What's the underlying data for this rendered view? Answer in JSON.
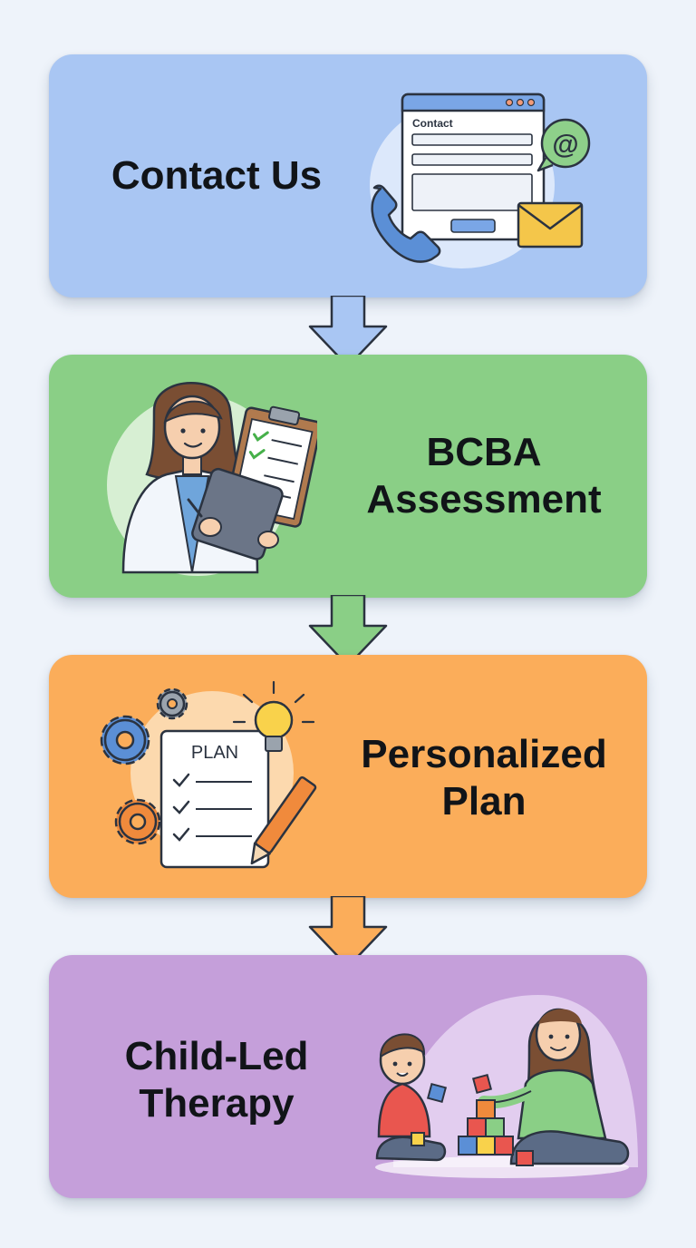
{
  "steps": [
    {
      "title": "Contact Us",
      "color": "#a9c6f3",
      "illustration": "contact-form-icon",
      "form_label": "Contact"
    },
    {
      "title": "BCBA\nAssessment",
      "color": "#8acf86",
      "illustration": "clinician-clipboard-icon"
    },
    {
      "title": "Personalized\nPlan",
      "color": "#fbad5a",
      "illustration": "plan-document-icon",
      "plan_label": "PLAN"
    },
    {
      "title": "Child-Led\nTherapy",
      "color": "#c59fda",
      "illustration": "parent-child-play-icon"
    }
  ],
  "arrow_colors": [
    "#a9c6f3",
    "#8acf86",
    "#fbad5a"
  ],
  "colors": {
    "background": "#eef3fa",
    "outline": "#2b3340",
    "accent_blue": "#5b8fd6",
    "envelope": "#f4c64a",
    "check_green": "#46b04a"
  }
}
